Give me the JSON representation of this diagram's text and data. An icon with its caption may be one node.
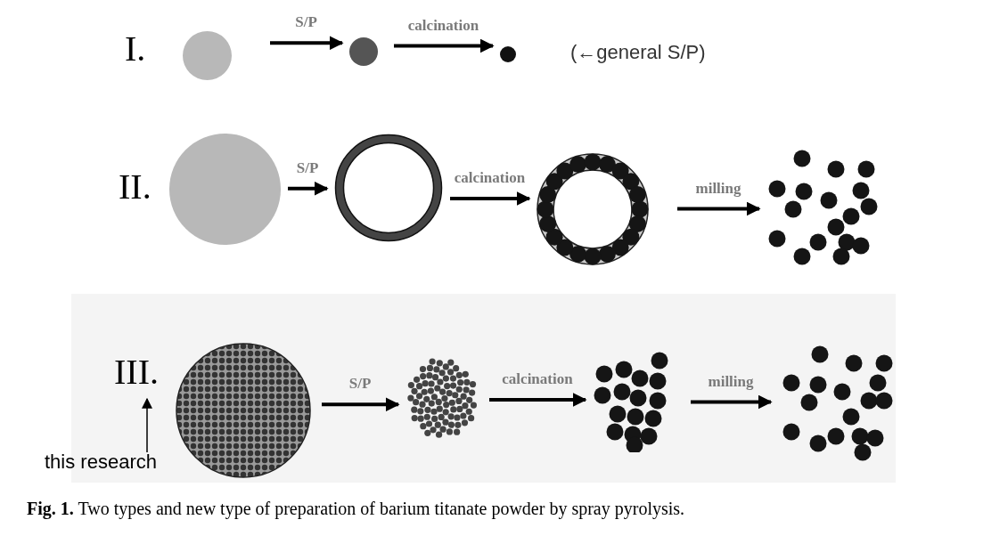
{
  "diagram": {
    "caption": "**Fig. 1.** Two types and new type of preparation of barium titanate powder by spray pyrolysis.",
    "nodes": [
      {
        "text": [],
        "shape": "circle"
      },
      {
        "text": [],
        "shape": "circle"
      },
      {
        "text": [],
        "shape": "circle"
      },
      {
        "text": [],
        "shape": "circle"
      },
      {
        "text": [],
        "shape": "ring"
      },
      {
        "text": [],
        "shape": "ring"
      },
      {
        "text": [],
        "shape": "particles"
      },
      {
        "text": [],
        "shape": "circle"
      },
      {
        "text": [],
        "shape": "cluster"
      },
      {
        "text": [],
        "shape": "cluster"
      },
      {
        "text": [],
        "shape": "particles"
      },
      {
        "text": [
          "III."
        ]
      },
      {
        "text": [
          "this research"
        ]
      }
    ],
    "edges": [
      {
        "from": 0,
        "to": 1,
        "arrow": "to",
        "label": "S/P"
      },
      {
        "from": 1,
        "to": 2,
        "arrow": "to",
        "label": "calcination"
      },
      {
        "from": 3,
        "to": 4,
        "arrow": "to",
        "label": "S/P"
      },
      {
        "from": 4,
        "to": 5,
        "arrow": "to",
        "label": "calcination"
      },
      {
        "from": 5,
        "to": 6,
        "arrow": "to",
        "label": "milling"
      },
      {
        "from": 7,
        "to": 8,
        "arrow": "to",
        "label": "S/P"
      },
      {
        "from": 8,
        "to": 9,
        "arrow": "to",
        "label": "calcination"
      },
      {
        "from": 9,
        "to": 10,
        "arrow": "to",
        "label": "milling"
      },
      {
        "from": 12,
        "to": 11,
        "arrow": "to"
      }
    ],
    "labels": [
      "I.",
      "(←general S/P)",
      "II."
    ]
  }
}
